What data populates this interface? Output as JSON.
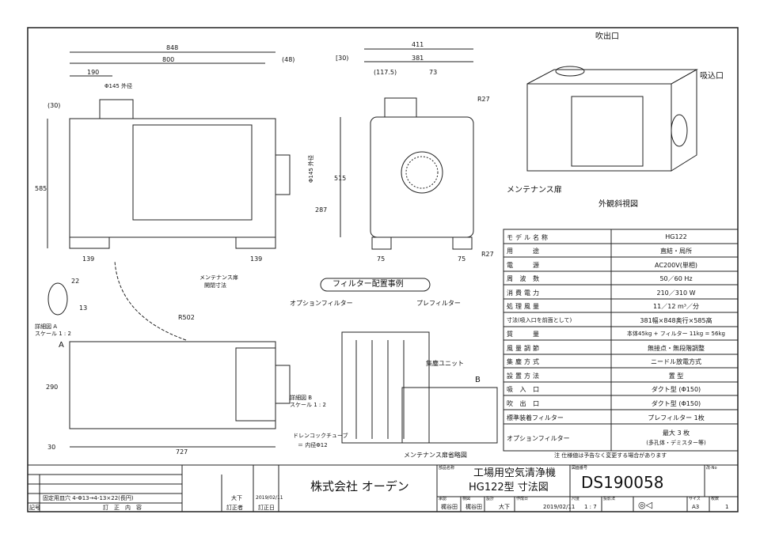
{
  "front_view": {
    "d848": "848",
    "d800": "800",
    "d190": "190",
    "phi145": "Φ145 外径",
    "d48": "(48)",
    "d30": "(30)",
    "d585": "585",
    "d139a": "139",
    "d139b": "139"
  },
  "side_view": {
    "d411": "411",
    "d381": "381",
    "d30": "[30)",
    "d117": "(117.5)",
    "d73": "73",
    "r27a": "R27",
    "r27b": "R27",
    "phi145": "Φ145 外径",
    "d515": "515",
    "d287": "287",
    "d75a": "75",
    "d75b": "75"
  },
  "top_view": {
    "d22": "22",
    "d13": "13",
    "detail_a": "詳細図 A",
    "scale_a": "スケール 1 : 2",
    "label_a": "A",
    "door_note1": "メンテナンス扉",
    "door_note2": "開閉寸法",
    "r502": "R502",
    "d290": "290",
    "d30": "30",
    "d727": "727",
    "detail_b": "詳細図 B",
    "scale_b": "スケール 1 : 2",
    "drain1": "ドレンコックチューブ",
    "drain2": "＝ 内径Φ12"
  },
  "filter_example": {
    "title": "フィルター配置事例",
    "option_filter": "オプションフィルター",
    "pre_filter": "プレフィルター",
    "unit": "集塵ユニット",
    "label_b": "B",
    "caption": "メンテナンス扉省略図"
  },
  "perspective": {
    "outlet": "吹出口",
    "inlet": "吸込口",
    "door": "メンテナンス扉",
    "caption": "外観斜視図"
  },
  "spec_table": {
    "rows": [
      {
        "label": "モデル名称",
        "value": "HG122"
      },
      {
        "label": "用　　途",
        "value": "直結・局所"
      },
      {
        "label": "電　　源",
        "value": "AC200V(単相)"
      },
      {
        "label": "周 波 数",
        "value": "50／60 Hz"
      },
      {
        "label": "消費電力",
        "value": "210／310 W"
      },
      {
        "label": "処理風量",
        "value": "11／12 m³／分"
      },
      {
        "label": "寸法(吸入口を前面として)",
        "value": "381幅×848奥行×585高"
      },
      {
        "label": "質　　量",
        "value": "本体45kg + フィルター 11kg = 56kg"
      },
      {
        "label": "風量調節",
        "value": "無接点・無段階調整"
      },
      {
        "label": "集塵方式",
        "value": "ニードル放電方式"
      },
      {
        "label": "設置方法",
        "value": "置 型"
      },
      {
        "label": "吸 入 口",
        "value": "ダクト型 (Φ150)"
      },
      {
        "label": "吹 出 口",
        "value": "ダクト型 (Φ150)"
      },
      {
        "label": "標準装着フィルター",
        "value": "プレフィルター 1枚"
      },
      {
        "label": "オプションフィルター",
        "value": "最大 3 枚",
        "value2": "(多孔体・デミスター等)"
      }
    ],
    "note": "注 仕様値は予告なく変更する場合があります"
  },
  "title_block": {
    "revision": "固定用皿穴 4-Φ13→4-13×22(長円)",
    "rev_by": "大下",
    "rev_date": "2019/02/11",
    "h_no": "記号",
    "h_content": "訂　正　内　容",
    "h_by": "訂正者",
    "h_date": "訂正日",
    "company": "株式会社 オーデン",
    "part_label": "部品名称",
    "part_name1": "工場用空気清浄機",
    "part_name2": "HG122型 寸法図",
    "drawing_label": "図面番号",
    "drawing_no": "DS190058",
    "rev_label": "改-No",
    "approved_label": "承認",
    "approved": "梶谷田",
    "checked_label": "検図",
    "checked": "梶谷田",
    "designed_label": "設計",
    "designed": "大下",
    "date_label": "作成日",
    "date": "2019/02/11",
    "scale_label": "尺度",
    "scale": "1 : 7",
    "projection_label": "投影法",
    "size_label": "サイズ",
    "size": "A3",
    "sheet_label": "枚数",
    "sheet": "1"
  }
}
